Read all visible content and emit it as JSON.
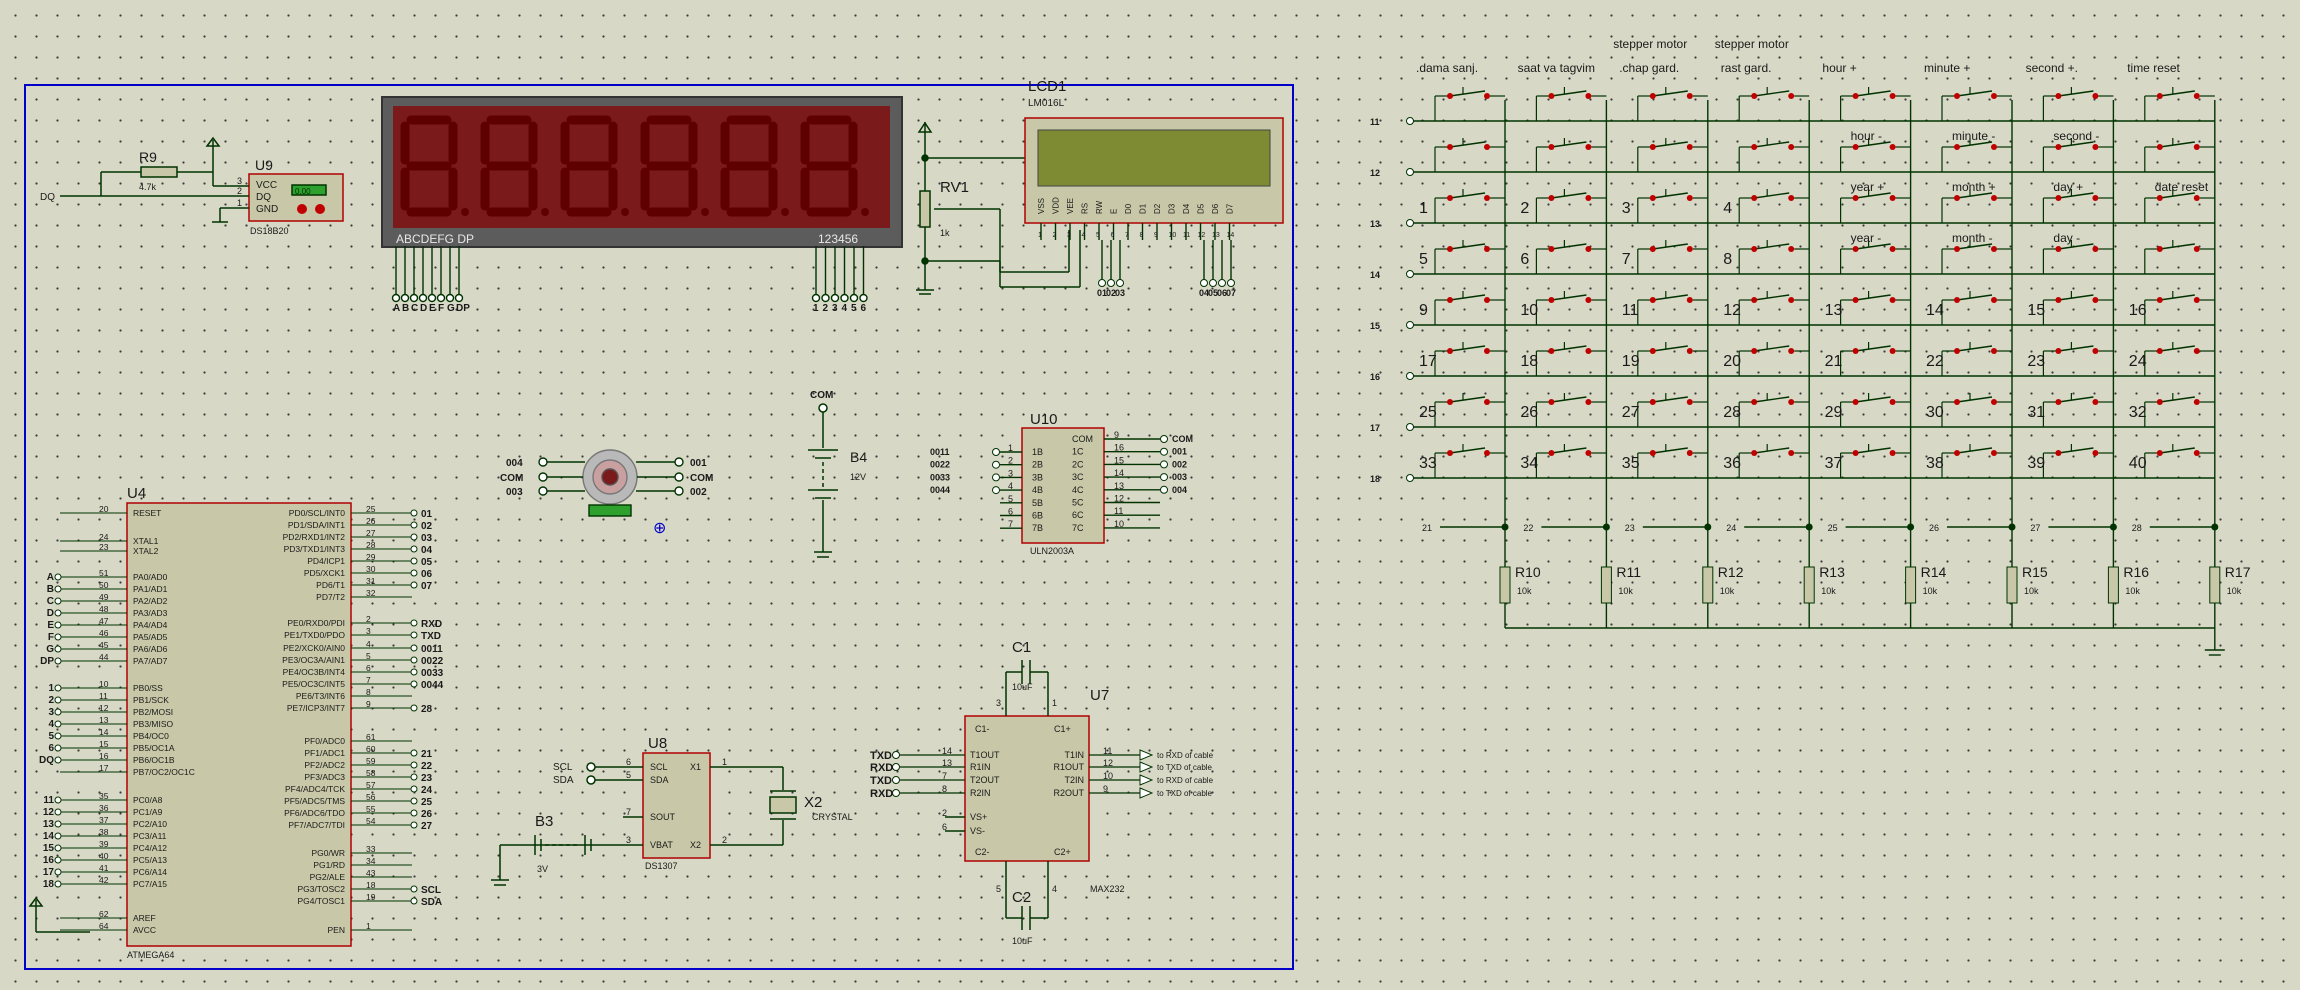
{
  "border_color": "#0000c8",
  "wire_color": "#003300",
  "part_fill": "#c8c8a8",
  "part_stroke": "#b00000",
  "led_on": "#600000",
  "led_bg": "#7a1a1a",
  "lcd_fill": "#7e8b33",
  "button_red": "#c00000",
  "sensor": {
    "ref": "U9",
    "name": "DS18B20",
    "pins": [
      "VCC",
      "DQ",
      "GND"
    ],
    "pin_nums": [
      "3",
      "2",
      "1"
    ],
    "display": "0.00",
    "net": "DQ"
  },
  "res9": {
    "ref": "R9",
    "value": "4.7k"
  },
  "seg7": {
    "left_label": "ABCDEFG DP",
    "right_label": "123456",
    "nets": [
      "A",
      "B",
      "C",
      "D",
      "E",
      "F",
      "G",
      "DP"
    ],
    "digit_nets": [
      "1",
      "2",
      "3",
      "4",
      "5",
      "6"
    ]
  },
  "rv1": {
    "ref": "RV1",
    "value": "1k"
  },
  "lcd": {
    "ref": "LCD1",
    "model": "LM016L",
    "pins": [
      "VSS",
      "VDD",
      "VEE",
      "RS",
      "RW",
      "E",
      "D0",
      "D1",
      "D2",
      "D3",
      "D4",
      "D5",
      "D6",
      "D7"
    ],
    "pin_nums": [
      "1",
      "2",
      "3",
      "4",
      "5",
      "6",
      "7",
      "8",
      "9",
      "10",
      "11",
      "12",
      "13",
      "14"
    ],
    "nets_a": [
      "01",
      "02",
      "03"
    ],
    "nets_b": [
      "04",
      "05",
      "06",
      "07"
    ]
  },
  "motor": {
    "left": [
      "004",
      "COM",
      "003"
    ],
    "right": [
      "001",
      "COM",
      "002"
    ]
  },
  "b4": {
    "ref": "B4",
    "value": "12V",
    "net": "COM"
  },
  "u10": {
    "ref": "U10",
    "model": "ULN2003A",
    "in_pins": [
      "1B",
      "2B",
      "3B",
      "4B",
      "5B",
      "6B",
      "7B"
    ],
    "in_nums": [
      "1",
      "2",
      "3",
      "4",
      "5",
      "6",
      "7"
    ],
    "in_nets": [
      "0011",
      "0022",
      "0033",
      "0044"
    ],
    "out_pins": [
      "COM",
      "1C",
      "2C",
      "3C",
      "4C",
      "5C",
      "6C",
      "7C"
    ],
    "out_nums": [
      "9",
      "16",
      "15",
      "14",
      "13",
      "12",
      "11",
      "10"
    ],
    "out_nets": [
      "COM",
      "001",
      "002",
      "003",
      "004"
    ]
  },
  "u4": {
    "ref": "U4",
    "model": "ATMEGA64",
    "left": [
      {
        "n": "20",
        "p": "RESET",
        "net": ""
      },
      {
        "n": "24",
        "p": "XTAL1",
        "net": ""
      },
      {
        "n": "23",
        "p": "XTAL2",
        "net": ""
      },
      {
        "n": "51",
        "p": "PA0/AD0",
        "net": "A"
      },
      {
        "n": "50",
        "p": "PA1/AD1",
        "net": "B"
      },
      {
        "n": "49",
        "p": "PA2/AD2",
        "net": "C"
      },
      {
        "n": "48",
        "p": "PA3/AD3",
        "net": "D"
      },
      {
        "n": "47",
        "p": "PA4/AD4",
        "net": "E"
      },
      {
        "n": "46",
        "p": "PA5/AD5",
        "net": "F"
      },
      {
        "n": "45",
        "p": "PA6/AD6",
        "net": "G"
      },
      {
        "n": "44",
        "p": "PA7/AD7",
        "net": "DP"
      },
      {
        "n": "10",
        "p": "PB0/SS",
        "net": "1"
      },
      {
        "n": "11",
        "p": "PB1/SCK",
        "net": "2"
      },
      {
        "n": "12",
        "p": "PB2/MOSI",
        "net": "3"
      },
      {
        "n": "13",
        "p": "PB3/MISO",
        "net": "4"
      },
      {
        "n": "14",
        "p": "PB4/OC0",
        "net": "5"
      },
      {
        "n": "15",
        "p": "PB5/OC1A",
        "net": "6"
      },
      {
        "n": "16",
        "p": "PB6/OC1B",
        "net": "DQ"
      },
      {
        "n": "17",
        "p": "PB7/OC2/OC1C",
        "net": ""
      },
      {
        "n": "35",
        "p": "PC0/A8",
        "net": "11"
      },
      {
        "n": "36",
        "p": "PC1/A9",
        "net": "12"
      },
      {
        "n": "37",
        "p": "PC2/A10",
        "net": "13"
      },
      {
        "n": "38",
        "p": "PC3/A11",
        "net": "14"
      },
      {
        "n": "39",
        "p": "PC4/A12",
        "net": "15"
      },
      {
        "n": "40",
        "p": "PC5/A13",
        "net": "16"
      },
      {
        "n": "41",
        "p": "PC6/A14",
        "net": "17"
      },
      {
        "n": "42",
        "p": "PC7/A15",
        "net": "18"
      },
      {
        "n": "62",
        "p": "AREF",
        "net": ""
      },
      {
        "n": "64",
        "p": "AVCC",
        "net": ""
      }
    ],
    "right": [
      {
        "n": "25",
        "p": "PD0/SCL/INT0",
        "net": "01"
      },
      {
        "n": "26",
        "p": "PD1/SDA/INT1",
        "net": "02"
      },
      {
        "n": "27",
        "p": "PD2/RXD1/INT2",
        "net": "03"
      },
      {
        "n": "28",
        "p": "PD3/TXD1/INT3",
        "net": "04"
      },
      {
        "n": "29",
        "p": "PD4/ICP1",
        "net": "05"
      },
      {
        "n": "30",
        "p": "PD5/XCK1",
        "net": "06"
      },
      {
        "n": "31",
        "p": "PD6/T1",
        "net": "07"
      },
      {
        "n": "32",
        "p": "PD7/T2",
        "net": ""
      },
      {
        "n": "2",
        "p": "PE0/RXD0/PDI",
        "net": "RXD"
      },
      {
        "n": "3",
        "p": "PE1/TXD0/PDO",
        "net": "TXD"
      },
      {
        "n": "4",
        "p": "PE2/XCK0/AIN0",
        "net": "0011"
      },
      {
        "n": "5",
        "p": "PE3/OC3A/AIN1",
        "net": "0022"
      },
      {
        "n": "6",
        "p": "PE4/OC3B/INT4",
        "net": "0033"
      },
      {
        "n": "7",
        "p": "PE5/OC3C/INT5",
        "net": "0044"
      },
      {
        "n": "8",
        "p": "PE6/T3/INT6",
        "net": ""
      },
      {
        "n": "9",
        "p": "PE7/ICP3/INT7",
        "net": "28"
      },
      {
        "n": "61",
        "p": "PF0/ADC0",
        "net": ""
      },
      {
        "n": "60",
        "p": "PF1/ADC1",
        "net": "21"
      },
      {
        "n": "59",
        "p": "PF2/ADC2",
        "net": "22"
      },
      {
        "n": "58",
        "p": "PF3/ADC3",
        "net": "23"
      },
      {
        "n": "57",
        "p": "PF4/ADC4/TCK",
        "net": "24"
      },
      {
        "n": "56",
        "p": "PF5/ADC5/TMS",
        "net": "25"
      },
      {
        "n": "55",
        "p": "PF6/ADC6/TDO",
        "net": "26"
      },
      {
        "n": "54",
        "p": "PF7/ADC7/TDI",
        "net": "27"
      },
      {
        "n": "33",
        "p": "PG0/WR",
        "net": ""
      },
      {
        "n": "34",
        "p": "PG1/RD",
        "net": ""
      },
      {
        "n": "43",
        "p": "PG2/ALE",
        "net": ""
      },
      {
        "n": "18",
        "p": "PG3/TOSC2",
        "net": "SCL"
      },
      {
        "n": "19",
        "p": "PG4/TOSC1",
        "net": "SDA"
      },
      {
        "n": "1",
        "p": "PEN",
        "net": ""
      }
    ]
  },
  "u8": {
    "ref": "U8",
    "model": "DS1307",
    "left_pins": [
      "SCL",
      "SDA",
      "SOUT",
      "VBAT"
    ],
    "left_nums": [
      "6",
      "5",
      "7",
      "3"
    ],
    "left_nets": [
      "SCL",
      "SDA"
    ],
    "right_pins": [
      "X1",
      "X2"
    ],
    "right_nums": [
      "1",
      "2"
    ]
  },
  "b3": {
    "ref": "B3",
    "value": "3V"
  },
  "x2": {
    "ref": "X2",
    "value": "CRYSTAL"
  },
  "c1": {
    "ref": "C1",
    "value": "10uF"
  },
  "c2": {
    "ref": "C2",
    "value": "10uF"
  },
  "u7": {
    "ref": "U7",
    "model": "MAX232",
    "left_pins": [
      "T1OUT",
      "R1IN",
      "T2OUT",
      "R2IN",
      "VS+",
      "VS-"
    ],
    "left_nums": [
      "14",
      "13",
      "7",
      "8",
      "2",
      "6"
    ],
    "left_nets": [
      "TXD",
      "RXD",
      "TXD",
      "RXD"
    ],
    "right_pins": [
      "T1IN",
      "R1OUT",
      "T2IN",
      "R2OUT"
    ],
    "right_nums": [
      "11",
      "12",
      "10",
      "9"
    ],
    "outputs": [
      "to RXD of cable",
      "to TXD of cable",
      "to RXD of cable",
      "to TXD of cable"
    ],
    "top": [
      "C1-",
      "C1+"
    ],
    "top_nums": [
      "3",
      "1"
    ],
    "bottom": [
      "C2-",
      "C2+"
    ],
    "bottom_nums": [
      "5",
      "4"
    ]
  },
  "keypad": {
    "col_headers": [
      {
        "top": "",
        "main": ".dama sanj."
      },
      {
        "top": "",
        "main": "saat va tagvim"
      },
      {
        "top": "stepper motor",
        "main": ".chap gard."
      },
      {
        "top": "stepper motor",
        "main": "rast gard."
      },
      {
        "top": "",
        "main": "hour +"
      },
      {
        "top": "",
        "main": "minute +"
      },
      {
        "top": "",
        "main": "second +."
      },
      {
        "top": "",
        "main": "time reset"
      }
    ],
    "row_nets": [
      "11",
      "12",
      "13",
      "14",
      "15",
      "16",
      "17",
      "18"
    ],
    "col_nets": [
      "21",
      "22",
      "23",
      "24",
      "25",
      "26",
      "27",
      "28"
    ],
    "inner_labels": [
      [
        "",
        "",
        "",
        "",
        "",
        "",
        "",
        ""
      ],
      [
        "",
        "",
        "",
        "",
        "hour -",
        "minute -",
        "second -",
        ""
      ],
      [
        "1",
        "2",
        "3",
        "4",
        "year +",
        "month +",
        "day +",
        "date reset"
      ],
      [
        "5",
        "6",
        "7",
        "8",
        "year -",
        "month -",
        "day -",
        ""
      ],
      [
        "9",
        "10",
        "11",
        "12",
        "13",
        "14",
        "15",
        "16"
      ],
      [
        "17",
        "18",
        "19",
        "20",
        "21",
        "22",
        "23",
        "24"
      ],
      [
        "25",
        "26",
        "27",
        "28",
        "29",
        "30",
        "31",
        "32"
      ],
      [
        "33",
        "34",
        "35",
        "36",
        "37",
        "38",
        "39",
        "40"
      ]
    ],
    "resistors": [
      {
        "ref": "R10",
        "value": "10k"
      },
      {
        "ref": "R11",
        "value": "10k"
      },
      {
        "ref": "R12",
        "value": "10k"
      },
      {
        "ref": "R13",
        "value": "10k"
      },
      {
        "ref": "R14",
        "value": "10k"
      },
      {
        "ref": "R15",
        "value": "10k"
      },
      {
        "ref": "R16",
        "value": "10k"
      },
      {
        "ref": "R17",
        "value": "10k"
      }
    ]
  }
}
